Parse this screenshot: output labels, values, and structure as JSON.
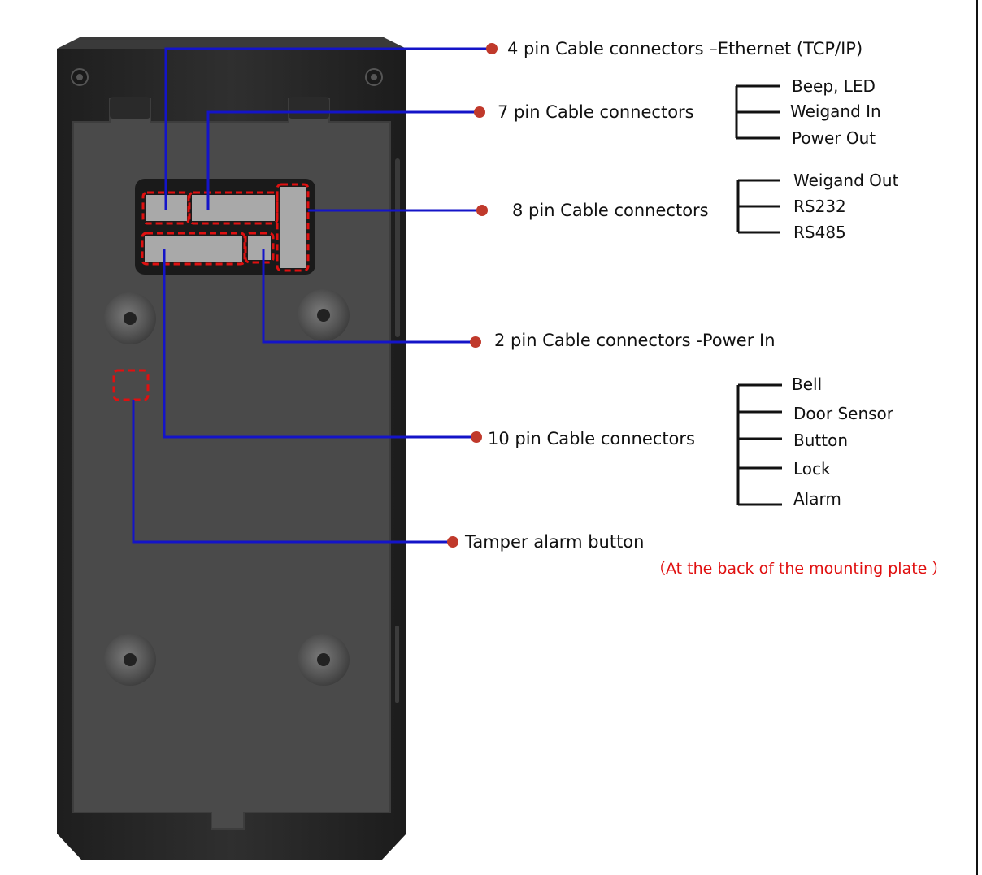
{
  "connectors": [
    {
      "id": "4pin",
      "label": "4 pin Cable connectors –Ethernet (TCP/IP)",
      "signals": []
    },
    {
      "id": "7pin",
      "label": "7 pin Cable connectors",
      "signals": [
        "Beep, LED",
        "Weigand In",
        "Power Out"
      ]
    },
    {
      "id": "8pin",
      "label": "8 pin Cable connectors",
      "signals": [
        "Weigand Out",
        "RS232",
        "RS485"
      ]
    },
    {
      "id": "2pin",
      "label": "2 pin Cable connectors -Power In",
      "signals": []
    },
    {
      "id": "10pin",
      "label": "10 pin Cable connectors",
      "signals": [
        "Bell",
        "Door Sensor",
        "Button",
        "Lock",
        "Alarm"
      ]
    }
  ],
  "tamper": {
    "label": "Tamper alarm button",
    "note": "（At the back of  the mounting plate ）"
  },
  "colors": {
    "leader_line": "#1414c8",
    "dot": "#c0392b",
    "highlight_box": "#e01010",
    "note_text": "#e01010",
    "device_body": "#2b2b2b",
    "mounting_plate": "#4a4a4a"
  }
}
